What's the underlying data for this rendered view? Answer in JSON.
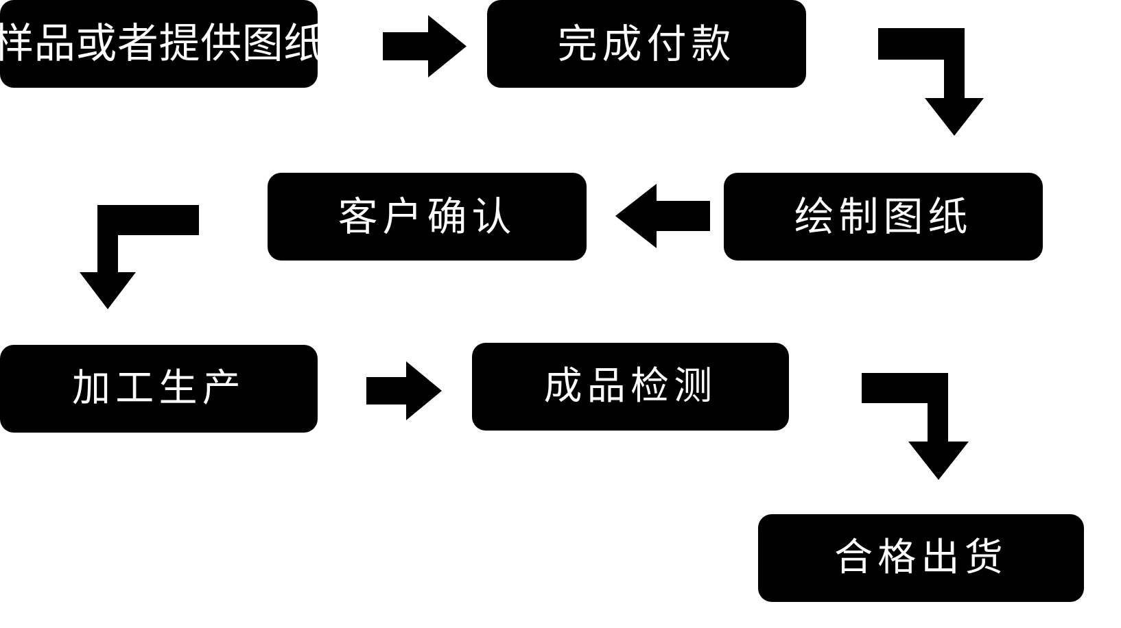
{
  "diagram": {
    "title": "",
    "type": "process-flowchart",
    "colors": {
      "node_fill": "#000000",
      "node_text": "#ffffff",
      "connector": "#000000",
      "background": "#ffffff"
    },
    "nodes": [
      {
        "id": "sample",
        "label": "样品或者提供图纸",
        "order": 1
      },
      {
        "id": "payment",
        "label": "完成付款",
        "order": 2
      },
      {
        "id": "draw",
        "label": "绘制图纸",
        "order": 3
      },
      {
        "id": "confirm",
        "label": "客户确认",
        "order": 4
      },
      {
        "id": "production",
        "label": "加工生产",
        "order": 5
      },
      {
        "id": "inspection",
        "label": "成品检测",
        "order": 6
      },
      {
        "id": "shipment",
        "label": "合格出货",
        "order": 7
      }
    ],
    "connectors": [
      {
        "id": "sample-payment",
        "from": "sample",
        "to": "payment",
        "icon": "arrow-right-icon"
      },
      {
        "id": "payment-draw",
        "from": "payment",
        "to": "draw",
        "icon": "elbow-arrow-right-down-icon"
      },
      {
        "id": "draw-confirm",
        "from": "draw",
        "to": "confirm",
        "icon": "arrow-left-icon"
      },
      {
        "id": "confirm-prod",
        "from": "confirm",
        "to": "production",
        "icon": "elbow-arrow-left-down-icon"
      },
      {
        "id": "prod-inspect",
        "from": "production",
        "to": "inspection",
        "icon": "arrow-right-icon"
      },
      {
        "id": "inspect-ship",
        "from": "inspection",
        "to": "shipment",
        "icon": "elbow-arrow-right-down-icon"
      }
    ]
  }
}
